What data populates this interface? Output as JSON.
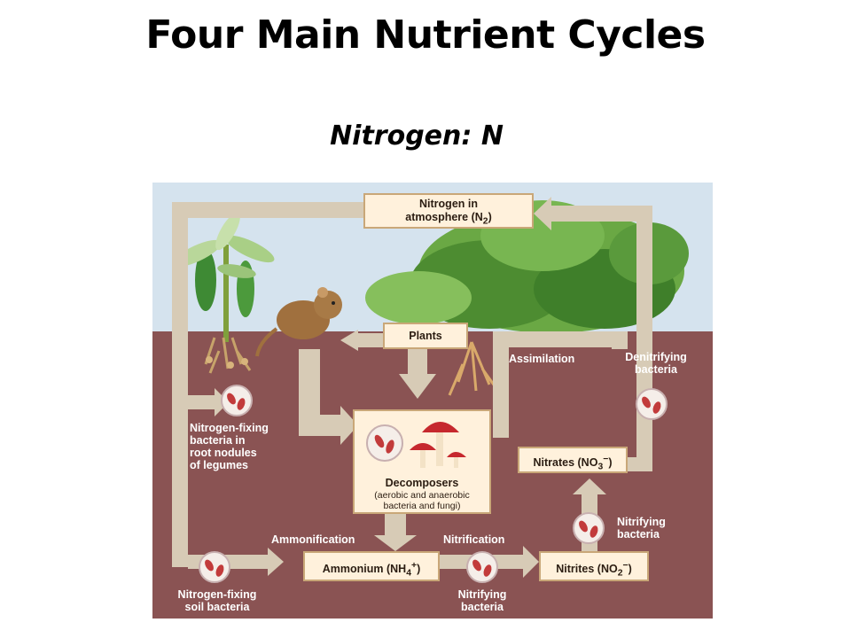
{
  "title": "Four Main Nutrient Cycles",
  "subtitle": "Nitrogen: N",
  "diagram": {
    "atmosphere_line1": "Nitrogen in",
    "atmosphere_line2": "atmosphere (N",
    "atmosphere_sub": "2",
    "atmosphere_close": ")",
    "plants": "Plants",
    "assimilation": "Assimilation",
    "denitrifying_line1": "Denitrifying",
    "denitrifying_line2": "bacteria",
    "nfix_root_1": "Nitrogen-fixing",
    "nfix_root_2": "bacteria in",
    "nfix_root_3": "root nodules",
    "nfix_root_4": "of legumes",
    "decomposers": "Decomposers",
    "decomposers_detail_1": "(aerobic and anaerobic",
    "decomposers_detail_2": "bacteria and fungi)",
    "nitrates_text": "Nitrates (NO",
    "nitrates_sub": "3",
    "nitrates_sup": "−",
    "nitrates_close": ")",
    "nitrifying_upper_1": "Nitrifying",
    "nitrifying_upper_2": "bacteria",
    "ammonification": "Ammonification",
    "nitrification": "Nitrification",
    "ammonium_text": "Ammonium (NH",
    "ammonium_sub": "4",
    "ammonium_sup": "+",
    "ammonium_close": ")",
    "nitrites_text": "Nitrites (NO",
    "nitrites_sub": "2",
    "nitrites_sup": "−",
    "nitrites_close": ")",
    "nfix_soil_1": "Nitrogen-fixing",
    "nfix_soil_2": "soil bacteria",
    "nitrifying_lower_1": "Nitrifying",
    "nitrifying_lower_2": "bacteria"
  },
  "colors": {
    "sky": "#d5e3ee",
    "soil": "#8a5353",
    "arrow": "#d7cbb6",
    "box_fill": "#fff1dc",
    "box_border": "#c9a778"
  }
}
